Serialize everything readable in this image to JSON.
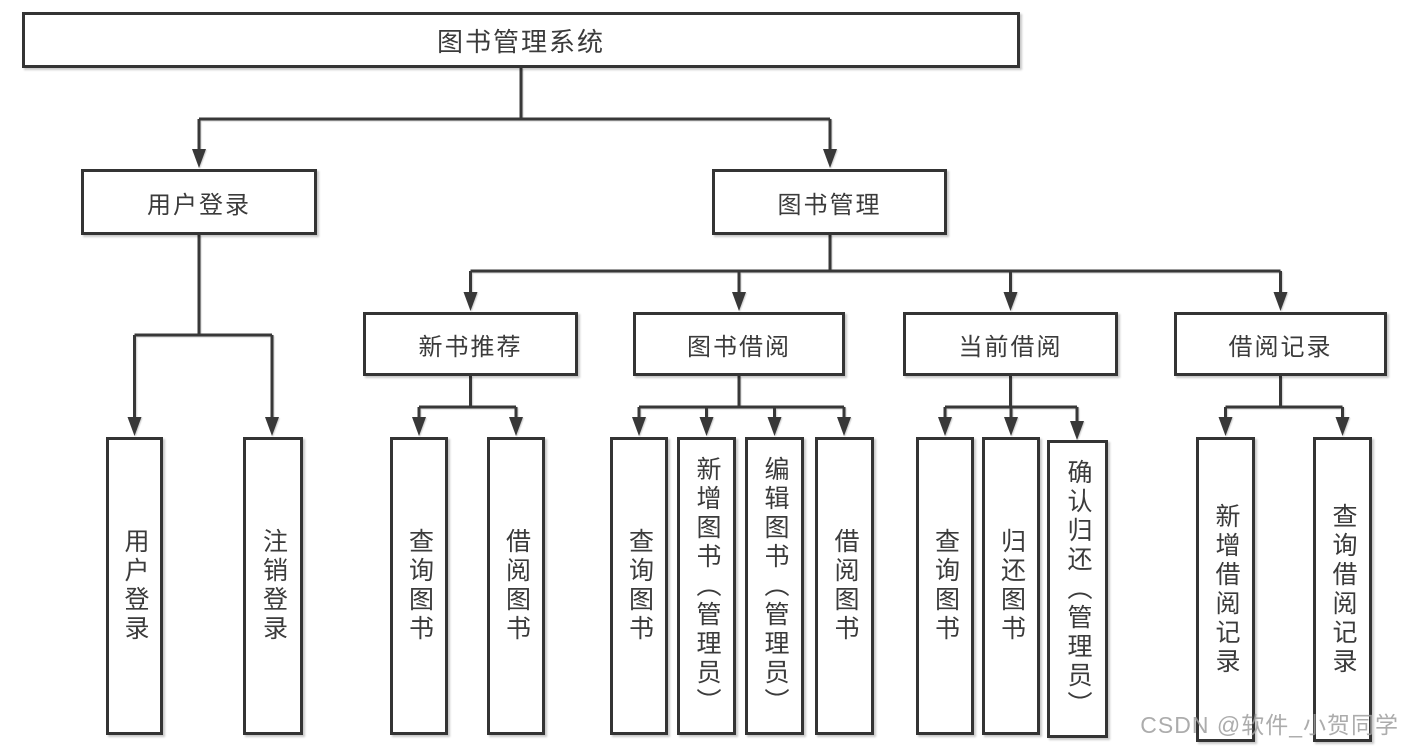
{
  "tree": {
    "root": {
      "label": "图书管理系统"
    },
    "children": [
      {
        "label": "用户登录",
        "children": [
          {
            "label": "用户登录"
          },
          {
            "label": "注销登录"
          }
        ]
      },
      {
        "label": "图书管理",
        "children": [
          {
            "label": "新书推荐",
            "children": [
              {
                "label": "查询图书"
              },
              {
                "label": "借阅图书"
              }
            ]
          },
          {
            "label": "图书借阅",
            "children": [
              {
                "label": "查询图书"
              },
              {
                "label": "新增图书（管理员）"
              },
              {
                "label": "编辑图书（管理员）"
              },
              {
                "label": "借阅图书"
              }
            ]
          },
          {
            "label": "当前借阅",
            "children": [
              {
                "label": "查询图书"
              },
              {
                "label": "归还图书"
              },
              {
                "label": "确认归还（管理员）"
              }
            ]
          },
          {
            "label": "借阅记录",
            "children": [
              {
                "label": "新增借阅记录"
              },
              {
                "label": "查询借阅记录"
              }
            ]
          }
        ]
      }
    ]
  },
  "watermark": "CSDN @软件_小贺同学",
  "colors": {
    "line": "#383838",
    "box_border": "#343434",
    "text": "#3b3b3b",
    "watermark": "#9e9e9e",
    "background": "#ffffff"
  }
}
